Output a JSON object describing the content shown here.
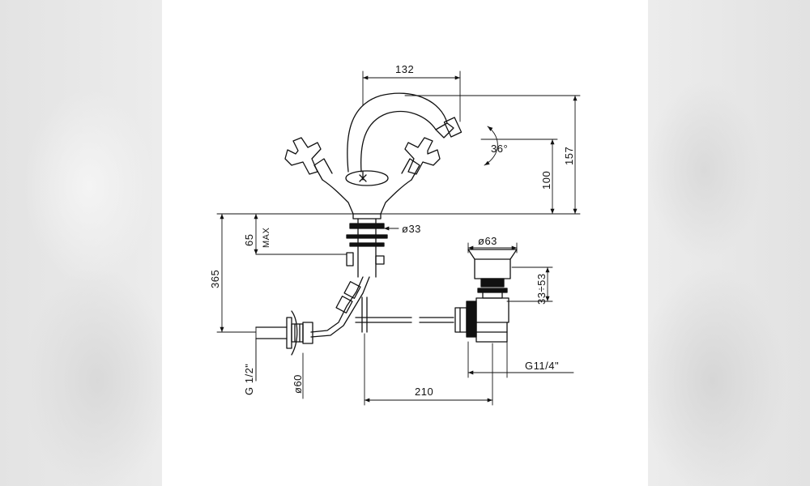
{
  "dimensions": {
    "spout_reach": "132",
    "total_height": "157",
    "spout_height": "100",
    "swivel_angle": "36°",
    "shank_diameter": "ø33",
    "deck_thickness": "65",
    "deck_max": "MAX",
    "waste_diameter": "ø63",
    "waste_range": "33÷53",
    "shank_length": "365",
    "inlet_thread": "G 1/2\"",
    "rosette_diameter": "ø60",
    "rod_length": "210",
    "waste_thread": "G11/4\""
  }
}
